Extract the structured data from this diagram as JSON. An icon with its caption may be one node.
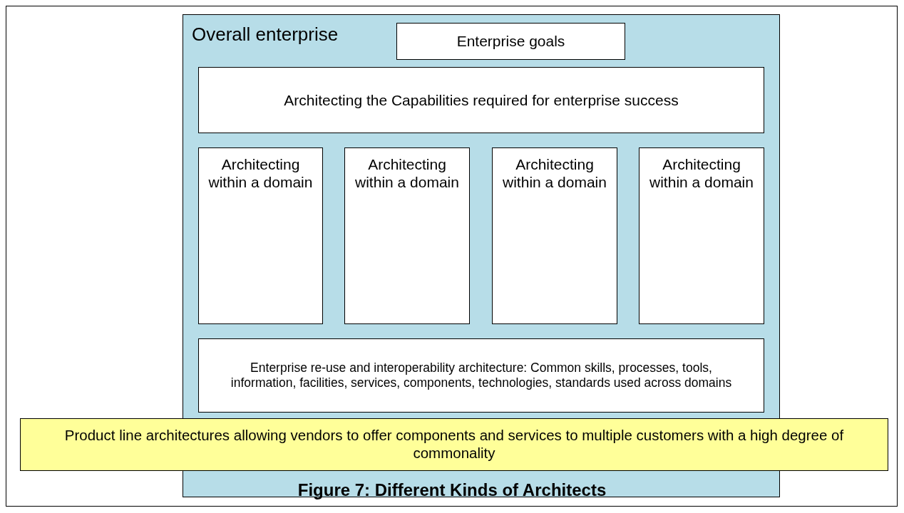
{
  "diagram": {
    "caption": "Figure 7: Different Kinds of Architects",
    "nodes": [
      {
        "text": [
          "Overall enterprise"
        ]
      },
      {
        "text": [
          "Enterprise goals"
        ],
        "in": 0
      },
      {
        "text": [
          "Architecting the Capabilities required for enterprise success"
        ],
        "in": 0
      },
      {
        "text": [
          "Architecting within a domain"
        ],
        "in": 0
      },
      {
        "text": [
          "Architecting within a domain"
        ],
        "in": 0
      },
      {
        "text": [
          "Architecting within a domain"
        ],
        "in": 0
      },
      {
        "text": [
          "Architecting within a domain"
        ],
        "in": 0
      },
      {
        "text": [
          "Enterprise re-use and interoperability architecture: Common skills, processes, tools, information, facilities, services, components, technologies, standards used across domains"
        ],
        "in": 0
      },
      {
        "text": [
          "Product line architectures allowing vendors to offer components and services to multiple customers with a high degree of commonality"
        ]
      }
    ]
  }
}
